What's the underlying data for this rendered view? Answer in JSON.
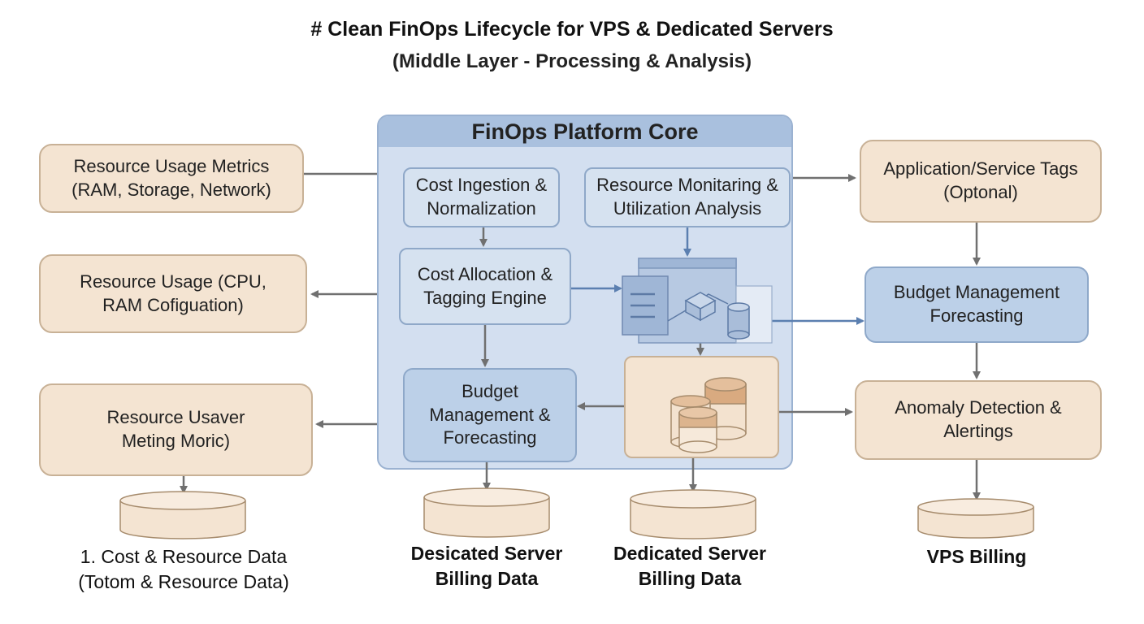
{
  "title": "# Clean FinOps Lifecycle for VPS & Dedicated Servers",
  "subtitle": "(Middle Layer - Processing & Analysis)",
  "core": {
    "title": "FinOps Platform Core",
    "cost_ingestion": "Cost Ingestion &\nNormalization",
    "resource_monitoring": "Resource Monitaring &\nUtilization Analysis",
    "cost_allocation": "Cost Allocation &\nTagging Engine",
    "budget": "Budget\nManagement &\nForecasting"
  },
  "left": {
    "usage_metrics": "Resource Usage Metrics\n(RAM, Storage, Network)",
    "usage_cpu": "Resource Usage (CPU,\nRAM Cofiguation)",
    "usaver": "Resource Usaver\nMeting Moric)"
  },
  "right": {
    "app_tags": "Application/Service Tags\n(Optonal)",
    "budget_forecasting": "Budget Management\nForecasting",
    "anomaly": "Anomaly Detection &\nAlertings"
  },
  "databases": {
    "cost_resource": "1. Cost & Resource Data\n(Totom & Resource Data)",
    "desicated": "Desicated Server\nBilling Data",
    "dedicated": "Dedicated Server\nBilling Data",
    "vps": "VPS Billing"
  },
  "colors": {
    "tan_fill": "#f4e4d2",
    "blue_fill": "#bcd0e8",
    "core_fill": "#d3dff0",
    "arrow_gray": "#707070",
    "arrow_blue": "#5b7fb0"
  }
}
